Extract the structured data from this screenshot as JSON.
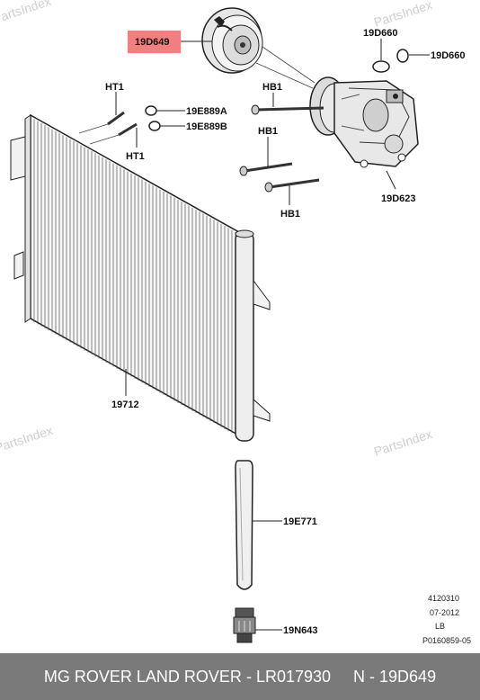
{
  "watermark": "PartsIndex",
  "callouts": {
    "clutch": "19D649",
    "oring_top": "19D660",
    "oring_right": "19D660",
    "compressor": "19D623",
    "bolt1": "HB1",
    "bolt2": "HB1",
    "bolt3": "HB1",
    "stud_top": "HT1",
    "stud_bottom": "HT1",
    "seal_a": "19E889A",
    "seal_b": "19E889B",
    "condenser": "19712",
    "dryer": "19E771",
    "plug": "19N643"
  },
  "meta": {
    "line1": "4120310",
    "line2": "07-2012",
    "line3": "LB",
    "line4": "P0160859-05"
  },
  "footer": {
    "brand": "MG ROVER LAND ROVER",
    "part_number": "LR017930",
    "ref": "N - 19D649"
  },
  "colors": {
    "highlight": "#f08080",
    "footer_bg": "#7a7a7a"
  }
}
